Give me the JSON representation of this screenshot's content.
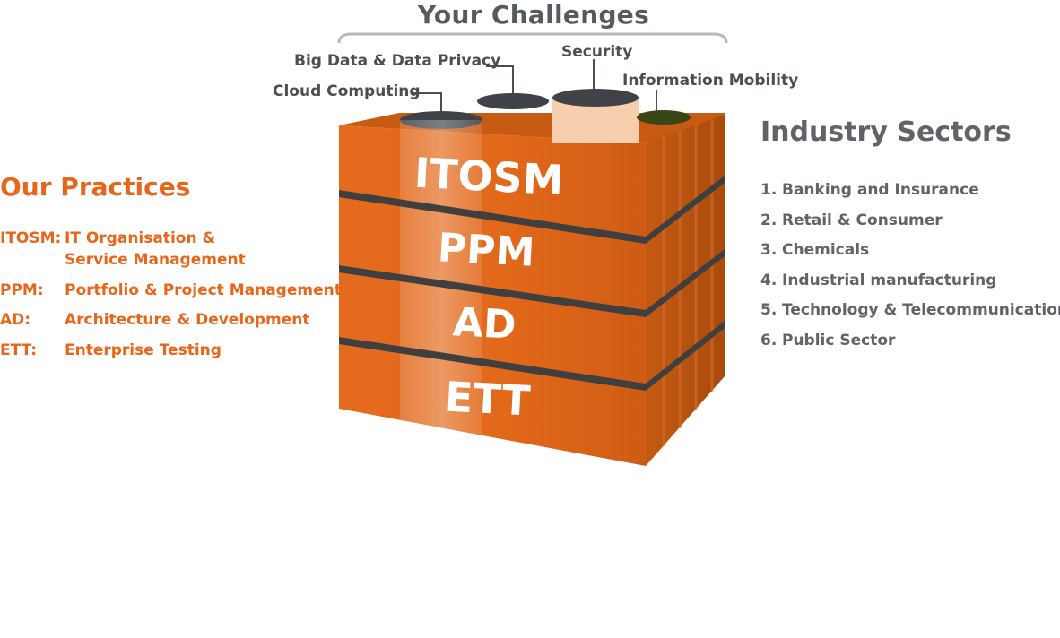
{
  "challenges": {
    "title": "Your Challenges",
    "items": [
      "Big Data & Data Privacy",
      "Security",
      "Information Mobility",
      "Cloud Computing"
    ]
  },
  "practices": {
    "title": "Our Practices",
    "items": [
      {
        "abbr": "ITOSM:",
        "desc": "IT Organisation &",
        "desc2": "Service Management"
      },
      {
        "abbr": "PPM:",
        "desc": "Portfolio & Project Management"
      },
      {
        "abbr": "AD:",
        "desc": "Architecture & Development"
      },
      {
        "abbr": "ETT:",
        "desc": "Enterprise Testing"
      }
    ]
  },
  "cube": {
    "layers": [
      "ITOSM",
      "PPM",
      "AD",
      "ETT"
    ]
  },
  "sectors": {
    "title": "Industry Sectors",
    "items": [
      {
        "num": "1.",
        "label": "Banking and Insurance"
      },
      {
        "num": "2.",
        "label": "Retail & Consumer"
      },
      {
        "num": "3.",
        "label": "Chemicals"
      },
      {
        "num": "4.",
        "label": "Industrial manufacturing"
      },
      {
        "num": "5.",
        "label": "Technology & Telecommunications"
      },
      {
        "num": "6.",
        "label": "Public Sector"
      }
    ]
  },
  "colors": {
    "orange": "#e8661a",
    "cube_front": "#e26a1c",
    "cube_side": "#b9520f",
    "cube_top": "#c85c14",
    "grey_text": "#606469"
  }
}
